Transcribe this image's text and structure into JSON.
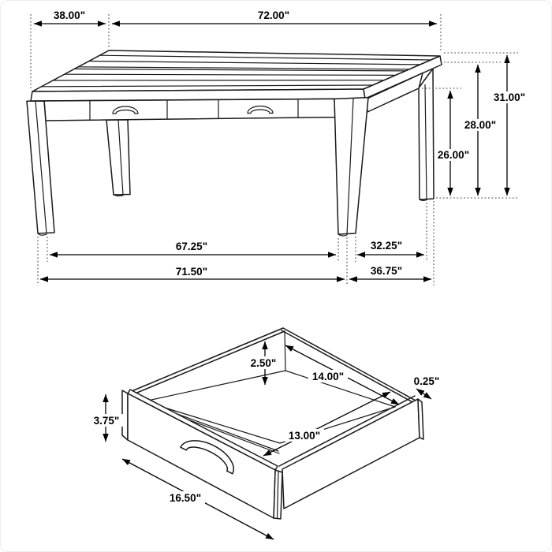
{
  "diagram": {
    "table_view": {
      "depth": "38.00\"",
      "length": "72.00\"",
      "overall_height": "31.00\"",
      "underside_height": "28.00\"",
      "apron_clearance": "26.00\"",
      "front_span_inner": "67.25\"",
      "front_span_outer": "71.50\"",
      "side_span_inner": "32.25\"",
      "side_span_outer": "36.75\""
    },
    "drawer_view": {
      "inner_depth": "2.50\"",
      "inner_length_top": "14.00\"",
      "wall_thickness": "0.25\"",
      "front_panel_height": "3.75\"",
      "inner_length_bottom": "13.00\"",
      "front_panel_width": "16.50\""
    }
  }
}
